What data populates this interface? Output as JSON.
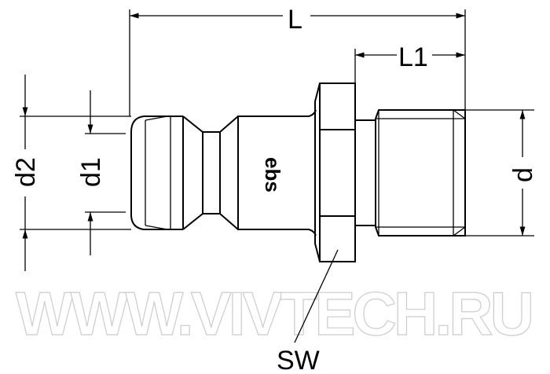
{
  "drawing": {
    "dimensions": {
      "L": "L",
      "L1": "L1",
      "d": "d",
      "d1": "d1",
      "d2": "d2",
      "SW": "SW"
    },
    "logo": "ebs",
    "watermark": "WWW.VIVTECH.RU"
  }
}
